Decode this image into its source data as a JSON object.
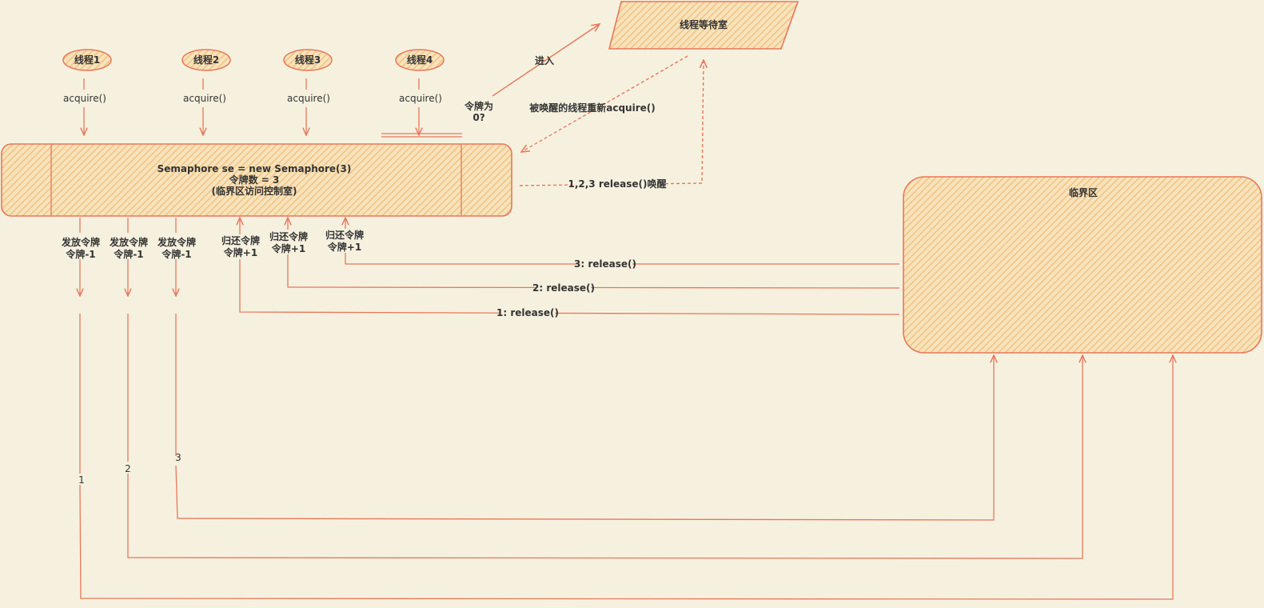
{
  "colors": {
    "background": "#f6f1df",
    "stroke": "#e8775a",
    "fill": "#f5c98b",
    "text": "#333333"
  },
  "threads": [
    {
      "label": "线程1",
      "call": "acquire()"
    },
    {
      "label": "线程2",
      "call": "acquire()"
    },
    {
      "label": "线程3",
      "call": "acquire()"
    },
    {
      "label": "线程4",
      "call": "acquire()"
    }
  ],
  "semaphore": {
    "line1": "Semaphore se = new Semaphore(3)",
    "line2": "令牌数 = 3",
    "line3": "(临界区访问控制室)"
  },
  "waiting_room": {
    "label": "线程等待室"
  },
  "critical_section": {
    "label": "临界区"
  },
  "labels": {
    "enter": "进入",
    "token_zero_line1": "令牌为",
    "token_zero_line2": "0?",
    "reacquire": "被唤醒的线程重新acquire()",
    "wake": "1,2,3  release()唤醒"
  },
  "issue_labels": [
    {
      "line1": "发放令牌",
      "line2": "令牌-1"
    },
    {
      "line1": "发放令牌",
      "line2": "令牌-1"
    },
    {
      "line1": "发放令牌",
      "line2": "令牌-1"
    }
  ],
  "return_labels": [
    {
      "line1": "归还令牌",
      "line2": "令牌+1"
    },
    {
      "line1": "归还令牌",
      "line2": "令牌+1"
    },
    {
      "line1": "归还令牌",
      "line2": "令牌+1"
    }
  ],
  "release_labels": [
    "1: release()",
    "2: release()",
    "3: release()"
  ],
  "path_numbers": [
    "1",
    "2",
    "3"
  ]
}
